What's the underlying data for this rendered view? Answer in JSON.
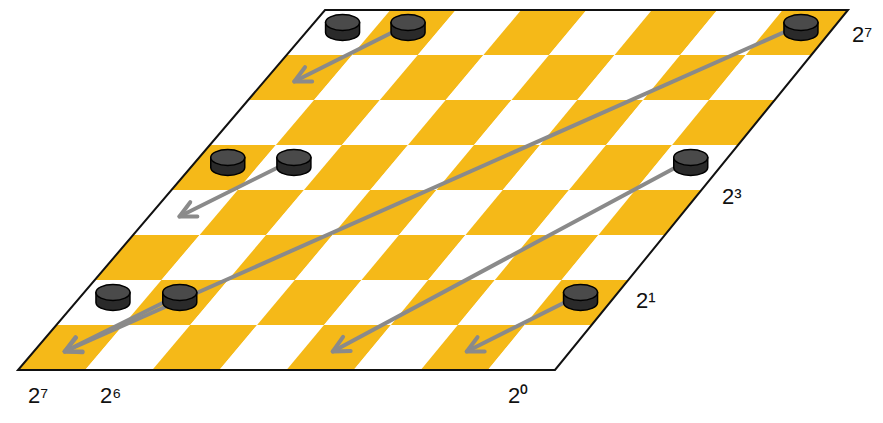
{
  "diagram": {
    "labels": [
      "2⁷",
      "2³",
      "2¹",
      "2⁷",
      "2⁶",
      "2⁰"
    ]
  }
}
